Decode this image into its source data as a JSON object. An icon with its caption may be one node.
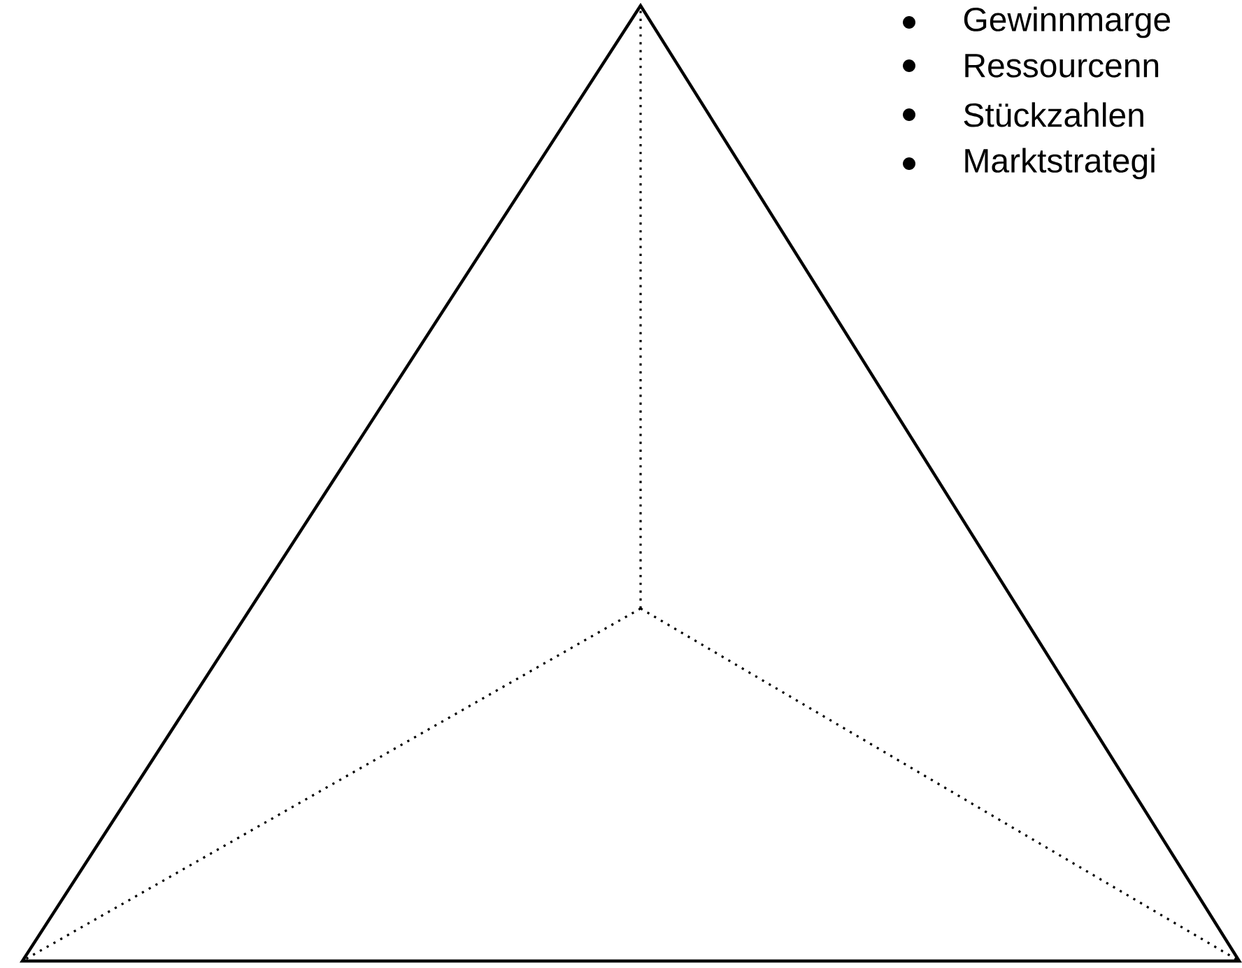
{
  "diagram": {
    "labels": [
      "Gewinnmarge",
      "Ressourcenn",
      "Stückzahlen",
      "Marktstrategi"
    ]
  }
}
